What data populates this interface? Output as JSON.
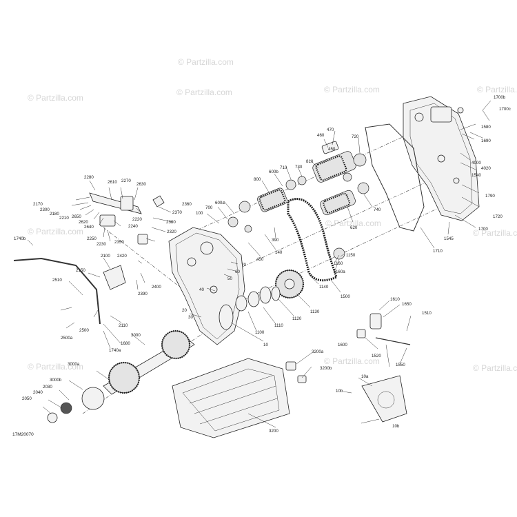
{
  "watermark": "© Partzilla.com",
  "diagram_code": "17M20070",
  "callouts": [
    "1700b",
    "1700c",
    "1580",
    "1690",
    "4000",
    "4020",
    "1540",
    "1790",
    "1720",
    "1700",
    "1545",
    "1710",
    "470",
    "460",
    "450",
    "720",
    "810",
    "730",
    "710",
    "600b",
    "800",
    "600a",
    "700",
    "100",
    "620",
    "740",
    "390",
    "140",
    "450",
    "1150",
    "1160",
    "1160a",
    "1140",
    "1500",
    "1130",
    "1120",
    "1110",
    "1100",
    "10",
    "70",
    "60",
    "50",
    "40",
    "20",
    "30",
    "2280",
    "2270",
    "2610",
    "2630",
    "2170",
    "2300",
    "2180",
    "2210",
    "2650",
    "2620",
    "2640",
    "2250",
    "2230",
    "2240",
    "2220",
    "2360",
    "2370",
    "2380",
    "2320",
    "2350",
    "2420",
    "2400",
    "2390",
    "2100",
    "2150",
    "2510",
    "2500",
    "2500a",
    "2110",
    "1680",
    "1740b",
    "1740a",
    "3000",
    "3000a",
    "3000b",
    "2030",
    "2040",
    "2050",
    "3200a",
    "3200b",
    "3200",
    "1610",
    "1650",
    "1510",
    "1600",
    "1520",
    "1550",
    "10a",
    "10b",
    "10b"
  ]
}
